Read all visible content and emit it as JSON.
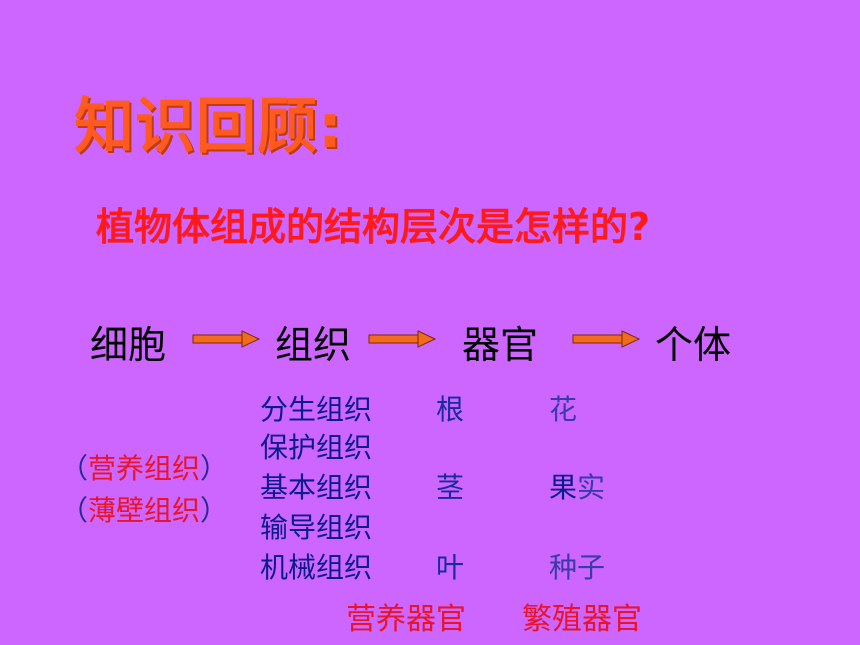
{
  "title": "知识回顾:",
  "question": "植物体组成的结构层次是怎样的?",
  "flow": [
    "细胞",
    "组织",
    "器官",
    "个体"
  ],
  "tissues": [
    "分生组织",
    "保护组织",
    "基本组织",
    "输导组织",
    "机械组织"
  ],
  "parenthetical": [
    {
      "open": "（",
      "text": "营养组织",
      "close": "）"
    },
    {
      "open": "（",
      "text": "薄壁组织",
      "close": "）"
    }
  ],
  "vegetative_organs": [
    "根",
    "茎",
    "叶"
  ],
  "reproductive_organs": [
    "花",
    "果",
    "实",
    "种子"
  ],
  "bottom_labels": {
    "vegetative": "营养器官",
    "reproductive": "繁殖器官"
  },
  "colors": {
    "background": "#cc66ff",
    "title": "#ff5a1f",
    "question": "#ff1a1a",
    "arrow": "#f26b1d",
    "tissue_text": "#0d1a8c",
    "organ_text": "#3a3aa8",
    "highlight_red": "#e8152a"
  }
}
